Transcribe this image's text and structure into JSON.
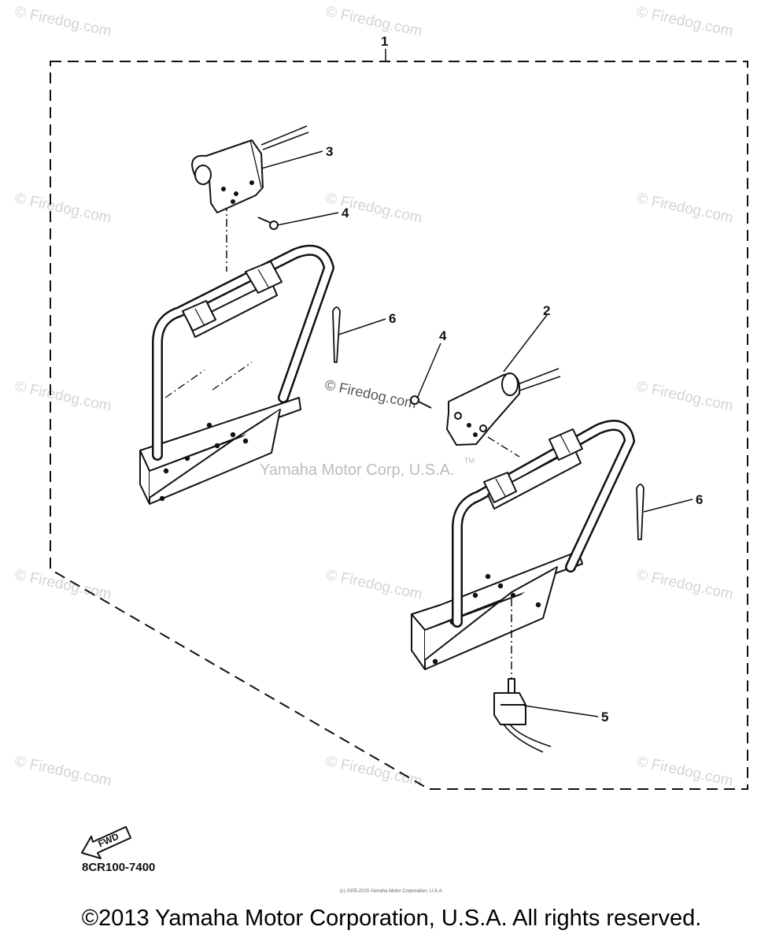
{
  "watermark": {
    "site": "© Firedog.com",
    "center_text": "Yamaha Motor Corp, U.S.A.",
    "tm": "TM"
  },
  "callouts": {
    "c1": "1",
    "c2": "2",
    "c3": "3",
    "c4a": "4",
    "c4b": "4",
    "c5": "5",
    "c6a": "6",
    "c6b": "6"
  },
  "fwd_label": "FWD",
  "part_code": "8CR100-7400",
  "copyright_small": "(c) 2005-2015 Yamaha Motor Corporation, U.S.A.",
  "copyright": "©2013 Yamaha Motor Corporation, U.S.A. All rights reserved."
}
